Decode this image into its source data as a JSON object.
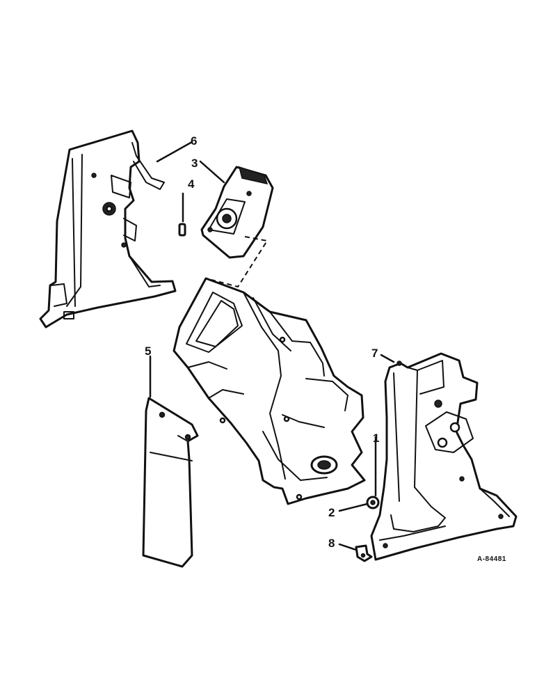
{
  "callouts": {
    "c1": "1",
    "c2": "2",
    "c3": "3",
    "c4": "4",
    "c5": "5",
    "c6": "6",
    "c7": "7",
    "c8": "8"
  },
  "reference_code": "A-84481"
}
